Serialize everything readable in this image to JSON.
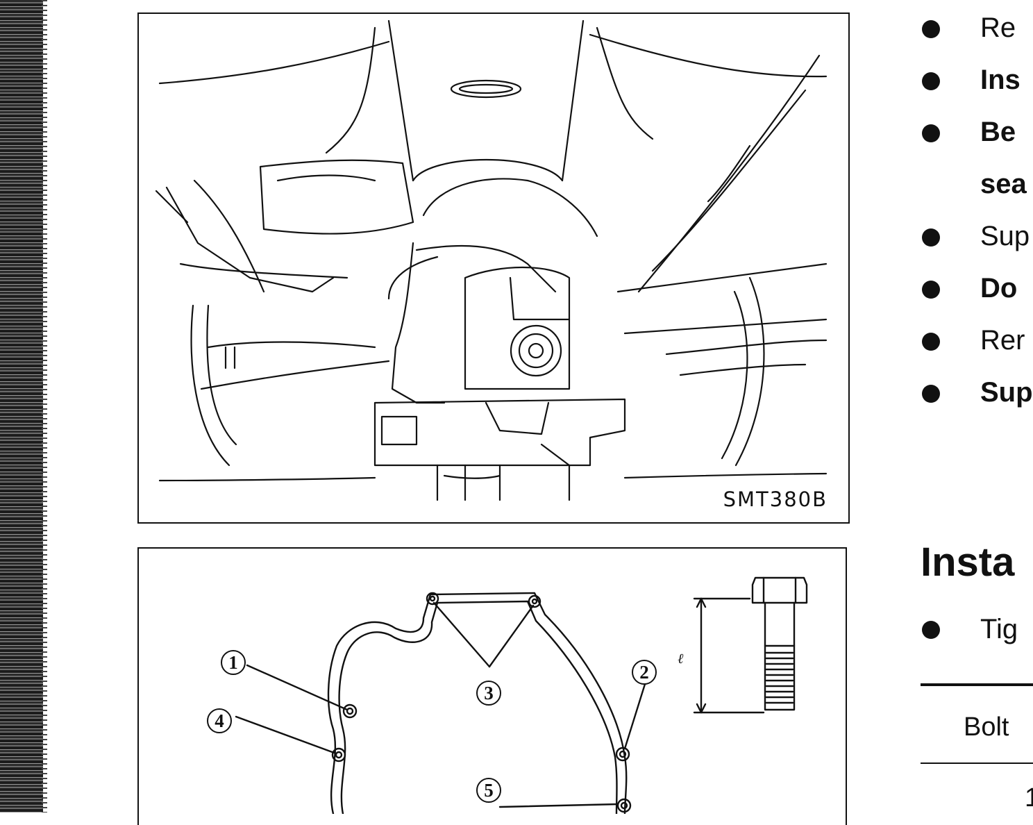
{
  "figure_top": {
    "code": "SMT380B"
  },
  "figure_bottom": {
    "callouts": [
      "1",
      "2",
      "3",
      "4",
      "5"
    ],
    "length_symbol": "ℓ"
  },
  "bullets": [
    {
      "text": "Re",
      "bold": false
    },
    {
      "text": "Ins",
      "bold": true
    },
    {
      "text": "Be",
      "continuation": "sea",
      "bold": true
    },
    {
      "text": "Sup",
      "bold": false
    },
    {
      "text": "Do",
      "bold": true
    },
    {
      "text": "Rer",
      "bold": false
    },
    {
      "text": "Sup",
      "bold": true
    }
  ],
  "section": {
    "heading": "Insta",
    "bullet": "Tig"
  },
  "table": {
    "header": "Bolt",
    "first_cell": "1"
  }
}
